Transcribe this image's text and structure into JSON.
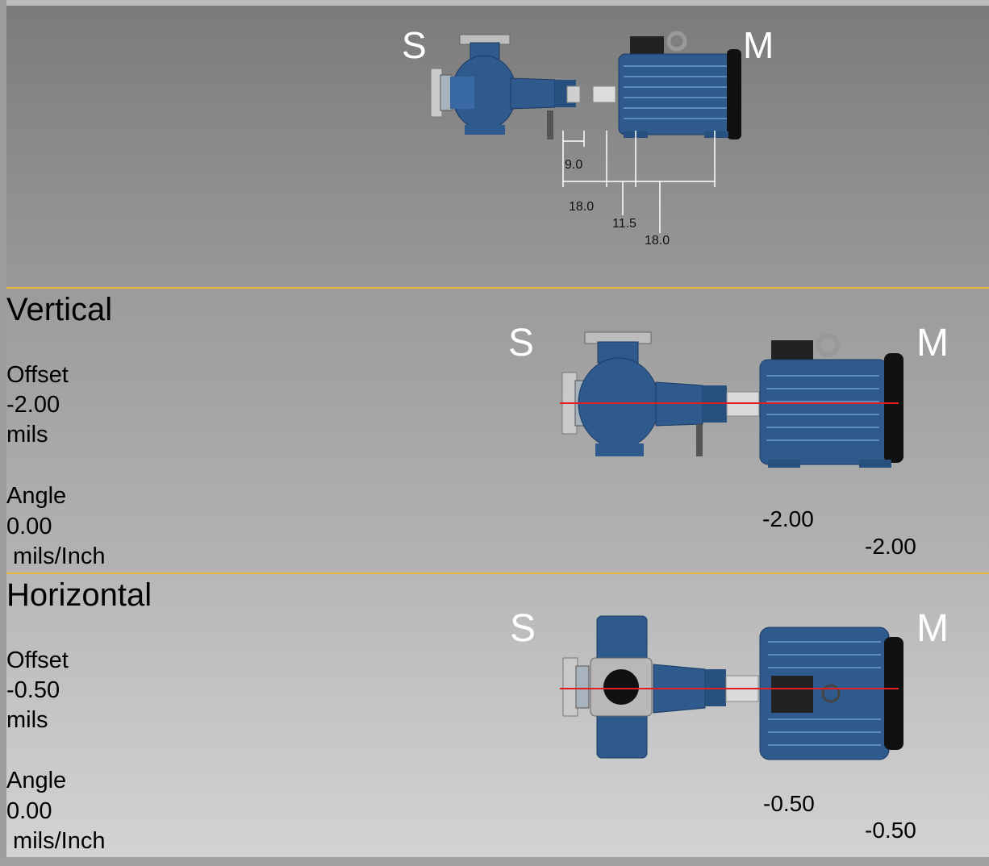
{
  "overview": {
    "stationary_letter": "S",
    "movable_letter": "M",
    "dimensions": [
      "9.0",
      "18.0",
      "11.5",
      "18.0"
    ]
  },
  "vertical": {
    "title": "Vertical",
    "offset_label": "Offset",
    "offset_value": "-2.00",
    "offset_unit": "mils",
    "angle_label": "Angle",
    "angle_value": "0.00",
    "angle_unit": " mils/Inch",
    "stationary_letter": "S",
    "movable_letter": "M",
    "front_foot_value": "-2.00",
    "back_foot_value": "-2.00"
  },
  "horizontal": {
    "title": "Horizontal",
    "offset_label": "Offset",
    "offset_value": "-0.50",
    "offset_unit": "mils",
    "angle_label": "Angle",
    "angle_value": "0.00",
    "angle_unit": " mils/Inch",
    "stationary_letter": "S",
    "movable_letter": "M",
    "front_foot_value": "-0.50",
    "back_foot_value": "-0.50"
  },
  "colors": {
    "accent_separator": "#e8b63a",
    "machine_blue": "#2e5a8e",
    "alignment_line": "#e02020"
  }
}
